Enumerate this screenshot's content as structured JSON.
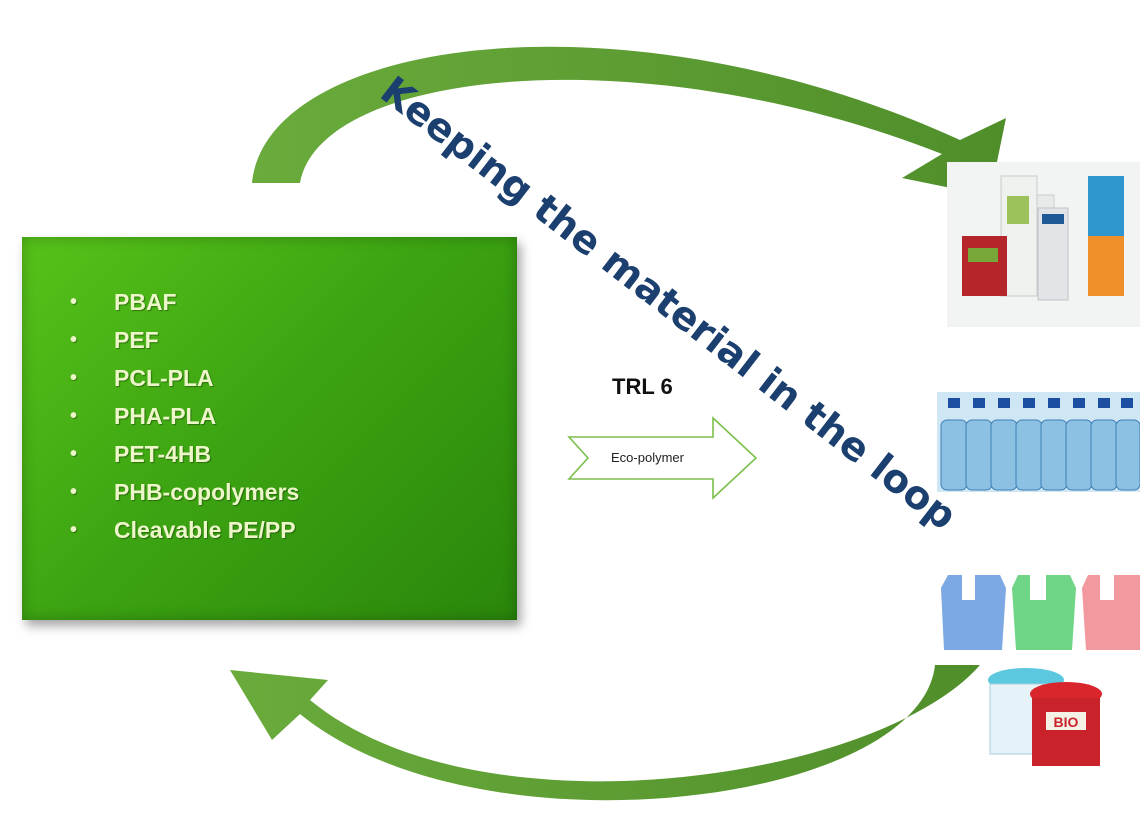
{
  "materials": [
    "PBAF",
    "PEF",
    "PCL-PLA",
    "PHA-PLA",
    "PET-4HB",
    "PHB-copolymers",
    "Cleavable PE/PP"
  ],
  "trl_label": "TRL 6",
  "arrow_label": "Eco-polymer",
  "slogan": "Keeping the material in the loop",
  "product_images": [
    "beverage-cartons",
    "water-bottles",
    "plastic-bags",
    "bio-food-containers"
  ],
  "colors": {
    "box_green": "#3da512",
    "arrow_green": "#5b9a32",
    "slogan_blue": "#1b3f6e",
    "list_text": "#ecf6c9"
  }
}
